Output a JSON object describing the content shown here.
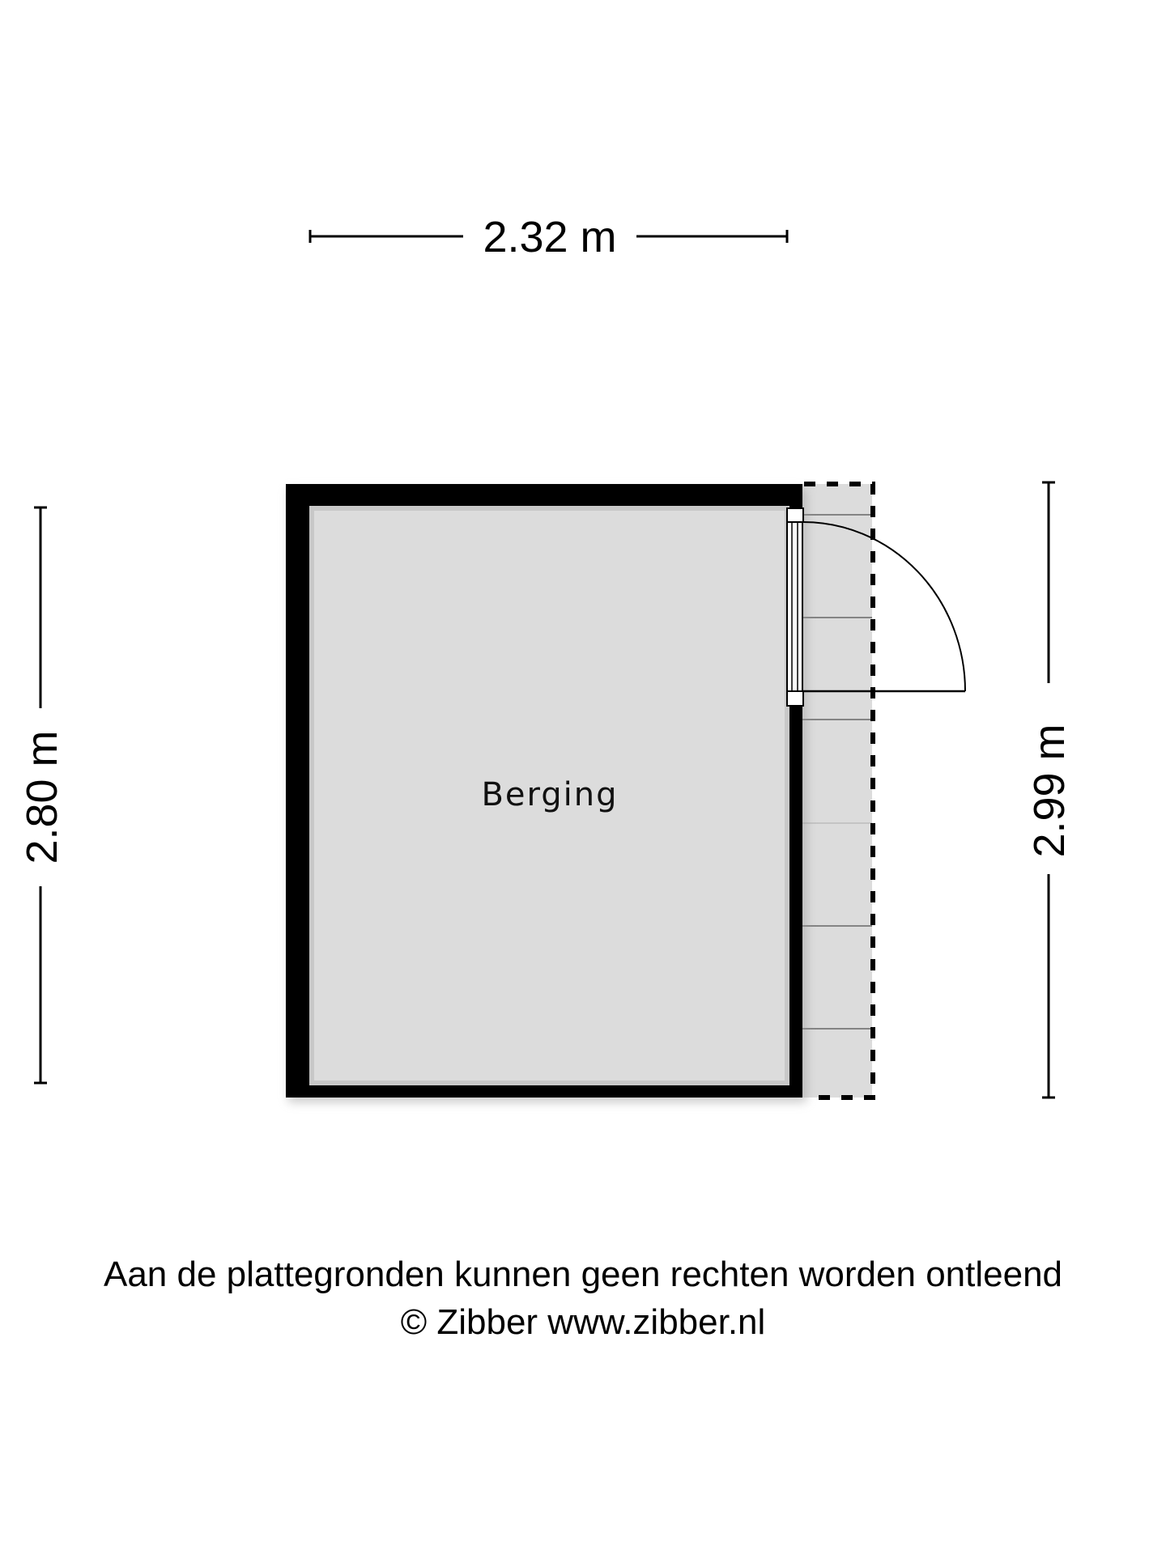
{
  "floorplan": {
    "room": {
      "name": "Berging"
    },
    "dimensions": {
      "width": "2.32 m",
      "height_left": "2.80 m",
      "height_right": "2.99 m"
    },
    "colors": {
      "wall": "#000000",
      "floor": "#dcdcdc",
      "outside_area": "#dcdcdc",
      "background": "#ffffff"
    }
  },
  "footer": {
    "disclaimer": "Aan de plattegronden kunnen geen rechten worden ontleend",
    "copyright": "© Zibber www.zibber.nl"
  }
}
